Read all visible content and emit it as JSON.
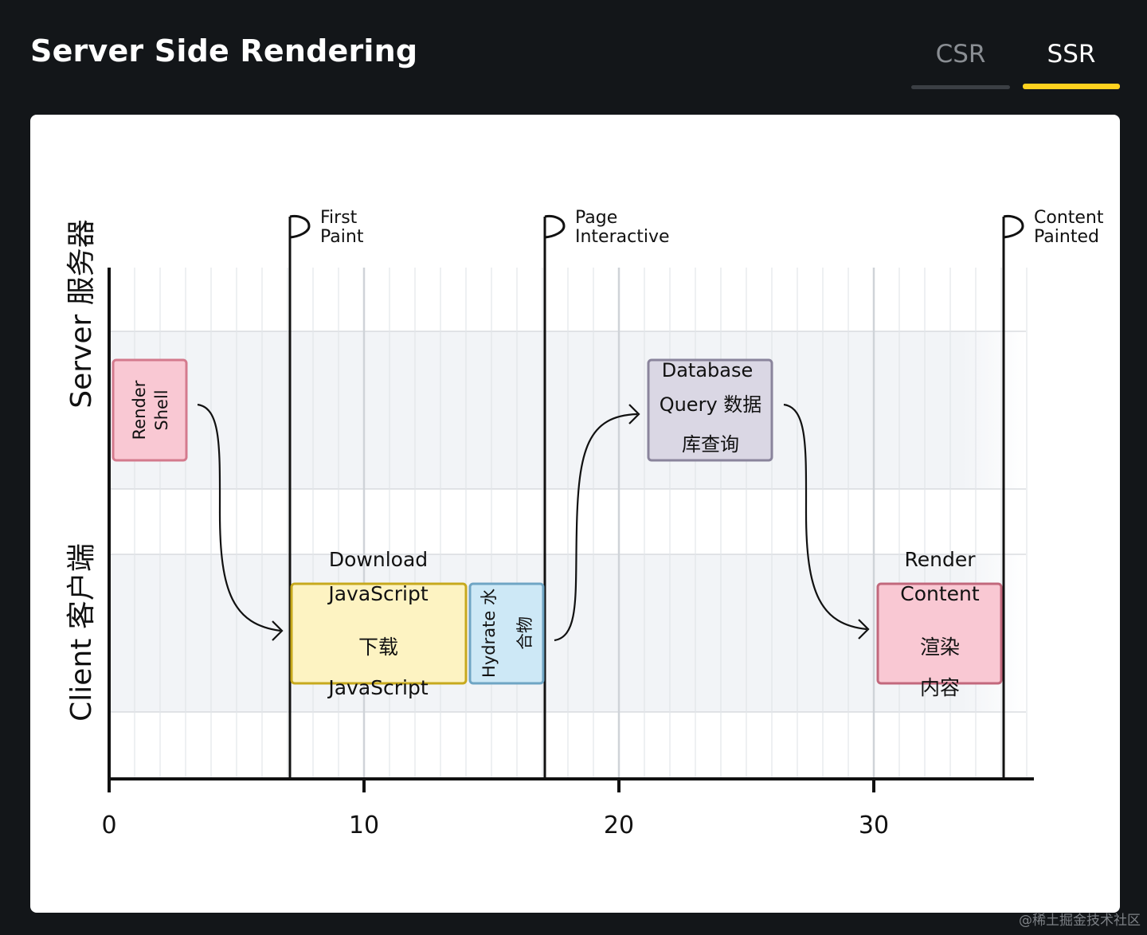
{
  "header": {
    "title": "Server Side Rendering"
  },
  "tabs": [
    {
      "label": "CSR",
      "active": false
    },
    {
      "label": "SSR",
      "active": true
    }
  ],
  "lanes": {
    "server": "Server 服务器",
    "client": "Client 客户端"
  },
  "axis": {
    "ticks": [
      "0",
      "10",
      "20",
      "30"
    ]
  },
  "milestones": [
    {
      "line1": "First",
      "line2": "Paint"
    },
    {
      "line1": "Page",
      "line2": "Interactive"
    },
    {
      "line1": "Content",
      "line2": "Painted"
    }
  ],
  "tasks": {
    "render_shell": {
      "line1": "Render",
      "line2": "Shell"
    },
    "download_js": {
      "line1": "Download",
      "line2": "JavaScript",
      "line3": "下载",
      "line4": "JavaScript"
    },
    "hydrate": {
      "line1": "Hydrate 水",
      "line2": "合物"
    },
    "db_query": {
      "line1": "Database",
      "line2": "Query 数据",
      "line3": "库查询"
    },
    "render_content": {
      "line1": "Render",
      "line2": "Content",
      "line3": "渲染",
      "line4": "内容"
    }
  },
  "colors": {
    "accent": "#ffd21f",
    "pink": "#f9c8d3",
    "yellow": "#fdf3c2",
    "blue": "#cde8f6",
    "lavender": "#dad7e4"
  },
  "watermark": "@稀土掘金技术社区"
}
